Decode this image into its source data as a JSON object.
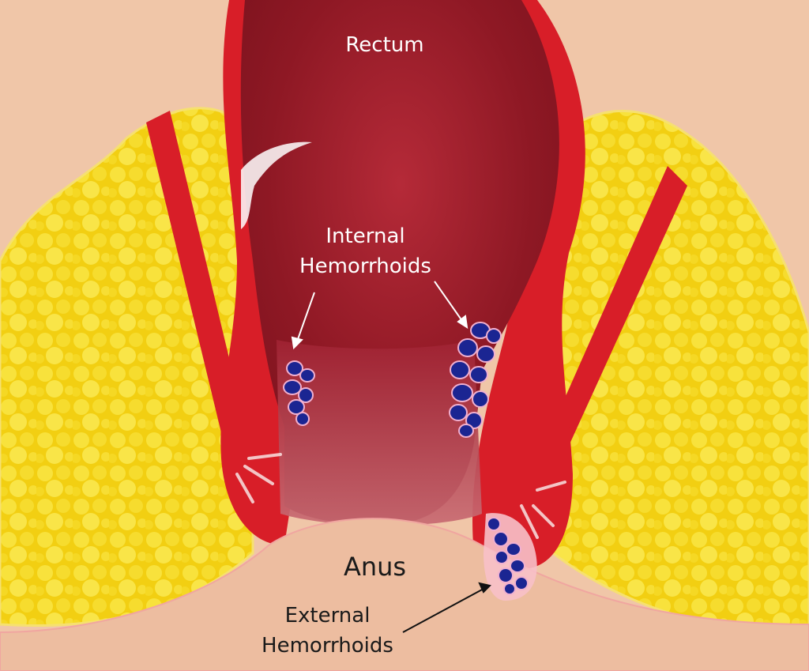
{
  "labels": {
    "rectum": "Rectum",
    "internal_line1": "Internal",
    "internal_line2": "Hemorrhoids",
    "anus": "Anus",
    "external_line1": "External",
    "external_line2": "Hemorrhoids"
  },
  "colors": {
    "background": "#f0c6a8",
    "fat": "#f4d21a",
    "muscle": "#d81e28",
    "lumen": "#9a1c2a",
    "skin": "#edbda0",
    "hemorrhoid": "#1b2592"
  }
}
